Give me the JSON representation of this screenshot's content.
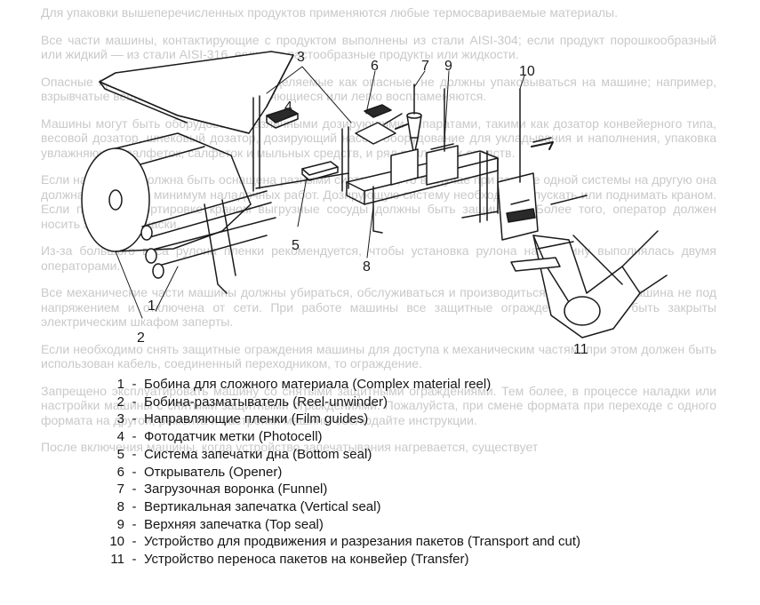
{
  "background_paragraphs": [
    "Для упаковки вышеперечисленных продуктов применяются любые термосвариваемые материалы.",
    "Все части машины, контактирующие с продуктом выполнены из стали AISI-304; если продукт порошкообразный или жидкий — из стали AISI-316, если это пастообразные продукты или жидкости.",
    "Опасные продукты или продукты, определяемые как опасные, не должны упаковываться на машине; например, взрывчатые вещества, легковоспламеняющиеся или легко воспламеняются.",
    "Машины могут быть оборудованы различными дозирующими аппаратами, такими как дозатор конвейерного типа, весовой дозатор, шнековый дозатор, дозирующий насос, оборудование для укладывания и наполнения, упаковка увлажняющих салфеток, салфеток и мыльных средств, и ряд различных средств.",
    "Если на машине должна быть оснащена разными системами, то в случае при замене одной системы на другую она должна выполнить минимум наладочных работ. Дозирующую систему необходимо опускать или поднимать краном. Если при транспортировке краном выгрузные сосуды должны быть защищены. Более того, оператор должен носить защитные каски.",
    "Из-за большого веса рулона пленки рекомендуется, чтобы установка рулона на машину выполнялась двумя операторами.",
    "Все механические части машины должны убираться, обслуживаться и производиться только когда машина не под напряжением и отключена от сети. При работе машины все защитные ограждения должны быть закрыты электрическим шкафом заперты.",
    "Если необходимо снять защитные ограждения машины для доступа к механическим частям, при этом должен быть использован кабель, соединенный переходником, то ограждение.",
    "Запрещено эксплуатировать машину со снятыми защитными ограждениями. Тем более, в процессе наладки или настройки машины с снятыми защитными ограждениями. Пожалуйста, при смене формата при переходе с одного формата на другой, ремонта и настройки машины соблюдайте инструкции.",
    "После включения машины, когда устройство запечатывания нагревается, существует"
  ],
  "callouts": [
    "1",
    "2",
    "3",
    "4",
    "5",
    "6",
    "7",
    "8",
    "9",
    "10",
    "11"
  ],
  "legend": [
    {
      "num": "1",
      "text": "Бобина для сложного материала (Complex material reel)"
    },
    {
      "num": "2",
      "text": "Бобина-разматыватель (Reel-unwinder)"
    },
    {
      "num": "3",
      "text": "Направляющие пленки (Film guides)"
    },
    {
      "num": "4",
      "text": "Фотодатчик метки (Photocell)"
    },
    {
      "num": "5",
      "text": "Система запечатки дна (Bottom seal)"
    },
    {
      "num": "6",
      "text": "Открыватель (Opener)"
    },
    {
      "num": "7",
      "text": "Загрузочная воронка (Funnel)"
    },
    {
      "num": "8",
      "text": "Вертикальная запечатка (Vertical seal)"
    },
    {
      "num": "9",
      "text": "Верхняя запечатка (Top seal)"
    },
    {
      "num": "10",
      "text": "Устройство для продвижения и разрезания пакетов (Transport and cut)"
    },
    {
      "num": "11",
      "text": "Устройство переноса пакетов на конвейер (Transfer)"
    }
  ],
  "legend_separator": "-",
  "colors": {
    "ink": "#141414",
    "faded_text": "#c9c9c9",
    "paper": "#ffffff"
  }
}
